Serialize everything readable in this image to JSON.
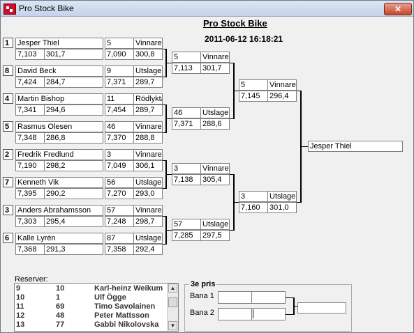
{
  "window": {
    "title": "Pro Stock Bike",
    "close_label": "✕"
  },
  "heading": "Pro Stock Bike",
  "datetime": "2011-06-12 16:18:21",
  "round1": [
    {
      "seed": "1",
      "name": "Jesper Thiel",
      "rt": "7,103",
      "speed": "301,7",
      "num": "5",
      "result": "Vinnare",
      "et": "7,090",
      "spd2": "300,8"
    },
    {
      "seed": "8",
      "name": "David Beck",
      "rt": "7,424",
      "speed": "284,7",
      "num": "9",
      "result": "Utslagen",
      "et": "7,371",
      "spd2": "289,7"
    },
    {
      "seed": "4",
      "name": "Martin Bishop",
      "rt": "7,341",
      "speed": "294,6",
      "num": "11",
      "result": "Rödlykta",
      "et": "7,454",
      "spd2": "289,7"
    },
    {
      "seed": "5",
      "name": "Rasmus Olesen",
      "rt": "7,348",
      "speed": "286,8",
      "num": "46",
      "result": "Vinnare",
      "et": "7,370",
      "spd2": "288,8"
    },
    {
      "seed": "2",
      "name": "Fredrik Fredlund",
      "rt": "7,190",
      "speed": "298,2",
      "num": "3",
      "result": "Vinnare",
      "et": "7,049",
      "spd2": "306,1"
    },
    {
      "seed": "7",
      "name": "Kenneth Vik",
      "rt": "7,395",
      "speed": "290,2",
      "num": "56",
      "result": "Utslagen",
      "et": "7,270",
      "spd2": "293,0"
    },
    {
      "seed": "3",
      "name": "Anders Abrahamsson",
      "rt": "7,303",
      "speed": "295,4",
      "num": "57",
      "result": "Vinnare",
      "et": "7,248",
      "spd2": "298,7"
    },
    {
      "seed": "6",
      "name": "Kalle Lyrén",
      "rt": "7,368",
      "speed": "291,3",
      "num": "87",
      "result": "Utslagen",
      "et": "7,358",
      "spd2": "292,4"
    }
  ],
  "round2": [
    {
      "num": "5",
      "result": "Vinnare",
      "et": "7,113",
      "spd": "301,7"
    },
    {
      "num": "46",
      "result": "Utslagen",
      "et": "7,371",
      "spd": "288,6"
    },
    {
      "num": "3",
      "result": "Vinnare",
      "et": "7,138",
      "spd": "305,4"
    },
    {
      "num": "57",
      "result": "Utslagen",
      "et": "7,285",
      "spd": "297,5"
    }
  ],
  "round3": [
    {
      "num": "5",
      "result": "Vinnare",
      "et": "7,145",
      "spd": "296,4"
    },
    {
      "num": "3",
      "result": "Utslagen",
      "et": "7,160",
      "spd": "301,0"
    }
  ],
  "winner": "Jesper Thiel",
  "reserves": {
    "label": "Reserver:",
    "rows": [
      {
        "a": "9",
        "b": "10",
        "name": "Karl-heinz Weikum"
      },
      {
        "a": "10",
        "b": "1",
        "name": "Ulf Ögge"
      },
      {
        "a": "11",
        "b": "69",
        "name": "Timo Savolainen"
      },
      {
        "a": "12",
        "b": "48",
        "name": "Peter Mattsson"
      },
      {
        "a": "13",
        "b": "77",
        "name": "Gabbi Nikolovska"
      }
    ]
  },
  "third_place": {
    "legend": "3e pris",
    "lane1": "Bana 1",
    "lane2": "Bana 2"
  }
}
